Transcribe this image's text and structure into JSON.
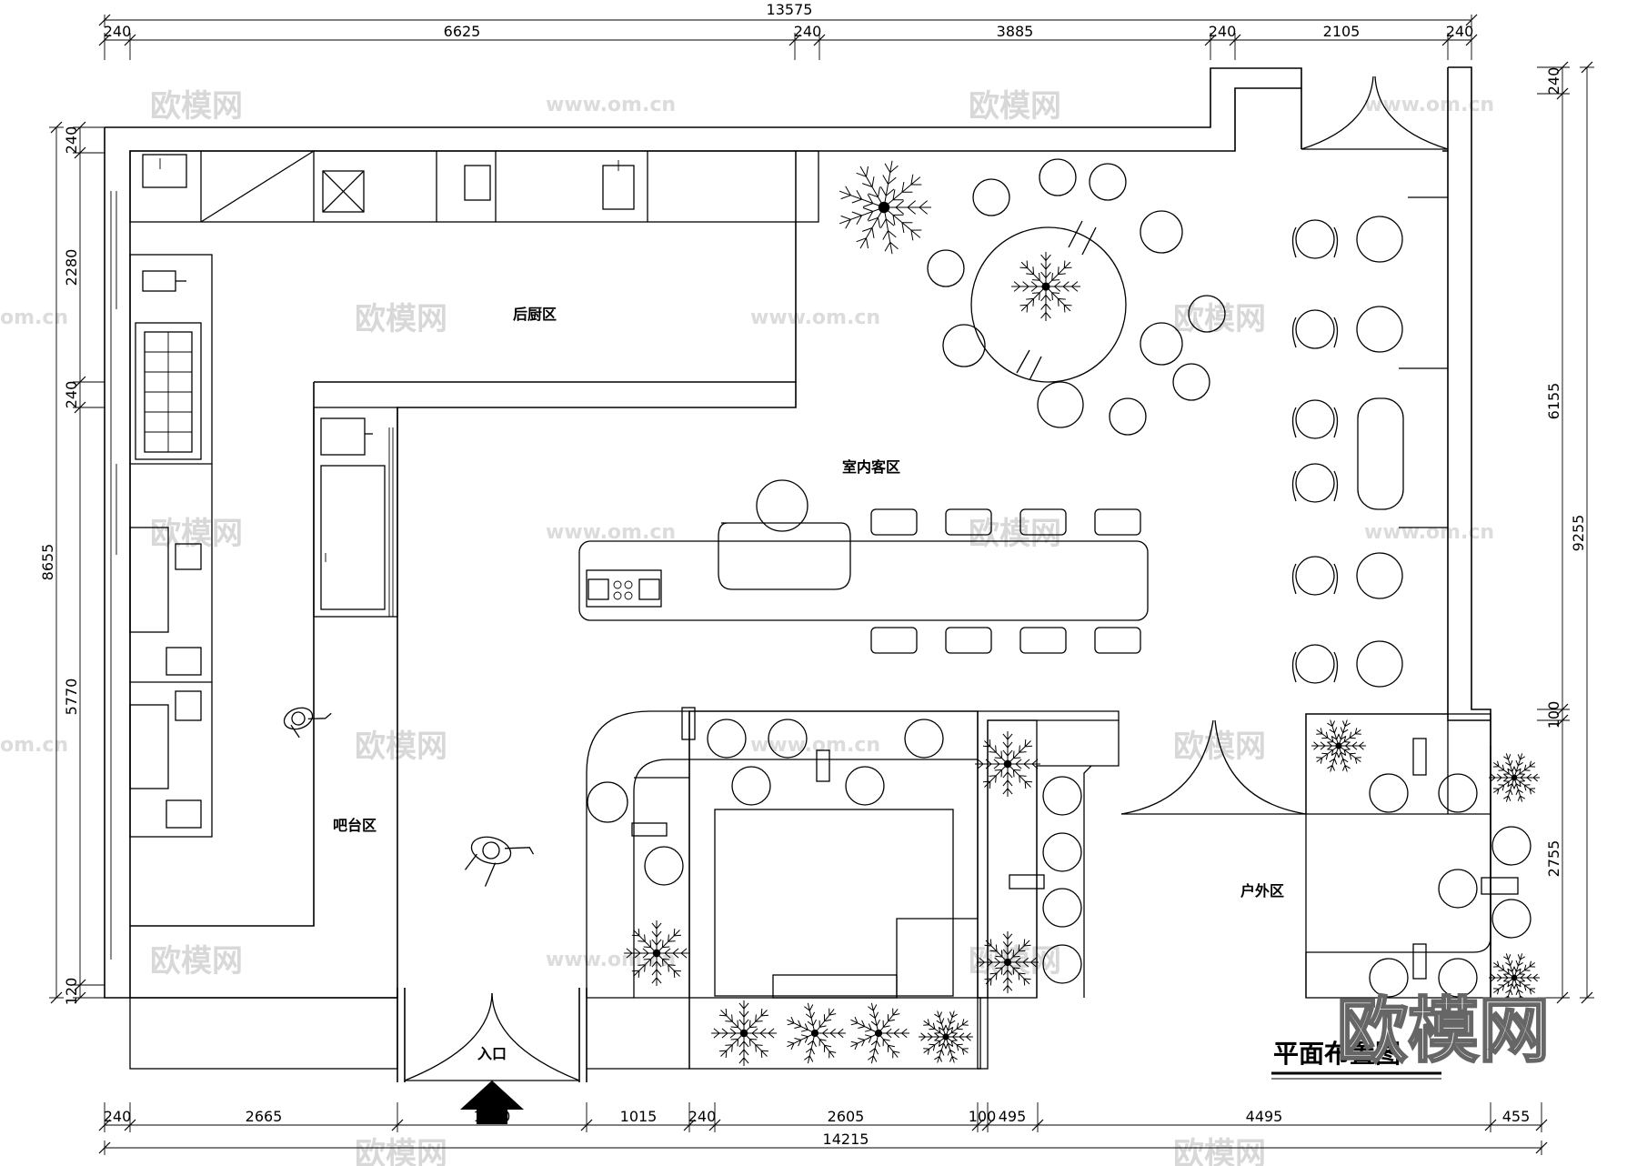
{
  "title": "平面布置图",
  "entrance_label": "入口",
  "rooms": {
    "kitchen": "后厨区",
    "indoor": "室内客区",
    "bar": "吧台区",
    "outdoor": "户外区"
  },
  "dims": {
    "top_total": "13575",
    "top": [
      "240",
      "6625",
      "240",
      "3885",
      "240",
      "2105",
      "240"
    ],
    "bottom_total": "14215",
    "bottom": [
      "240",
      "2665",
      "1900",
      "1015",
      "240",
      "2605",
      "100",
      "495",
      "4495",
      "455"
    ],
    "left_total": "8655",
    "left": [
      "240",
      "2280",
      "240",
      "5770",
      "120"
    ],
    "right_total": "9255",
    "right": [
      "240",
      "6155",
      "100",
      "2755"
    ]
  },
  "watermark": {
    "brand": "欧模网",
    "url": "www.om.cn",
    "url_short": "om.cn"
  }
}
